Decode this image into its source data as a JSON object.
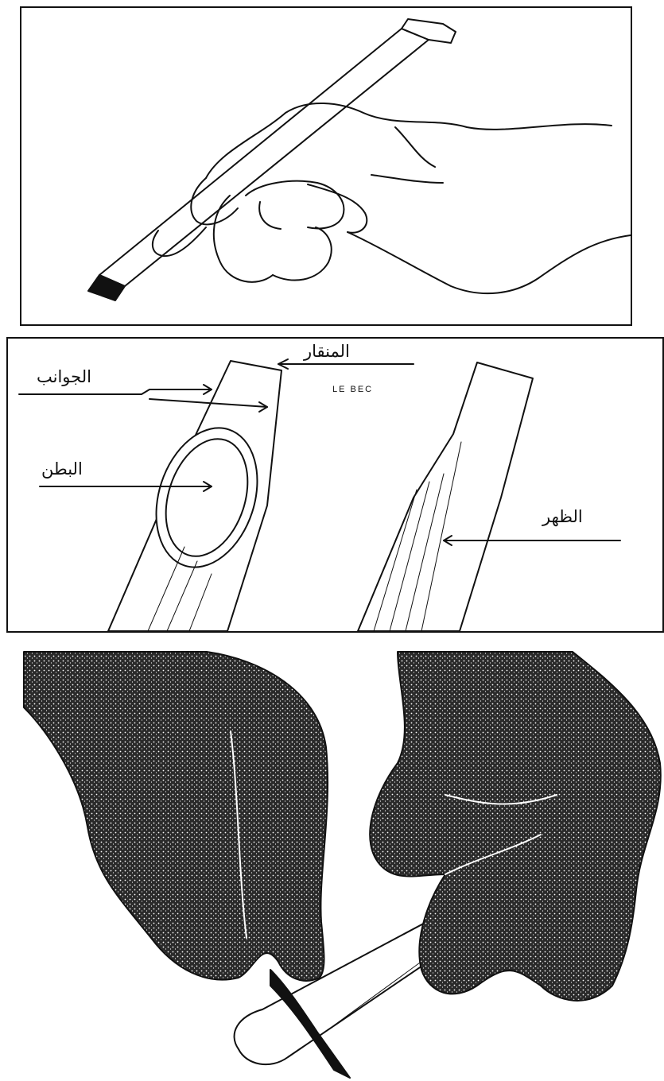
{
  "labels": {
    "nib": "المنقار",
    "nib_fr": "LE BEC",
    "sides": "الجوانب",
    "belly": "البطن",
    "back": "الظهر"
  },
  "colors": {
    "ink": "#111111",
    "paper": "#ffffff",
    "shade": "#2a2a2a"
  }
}
